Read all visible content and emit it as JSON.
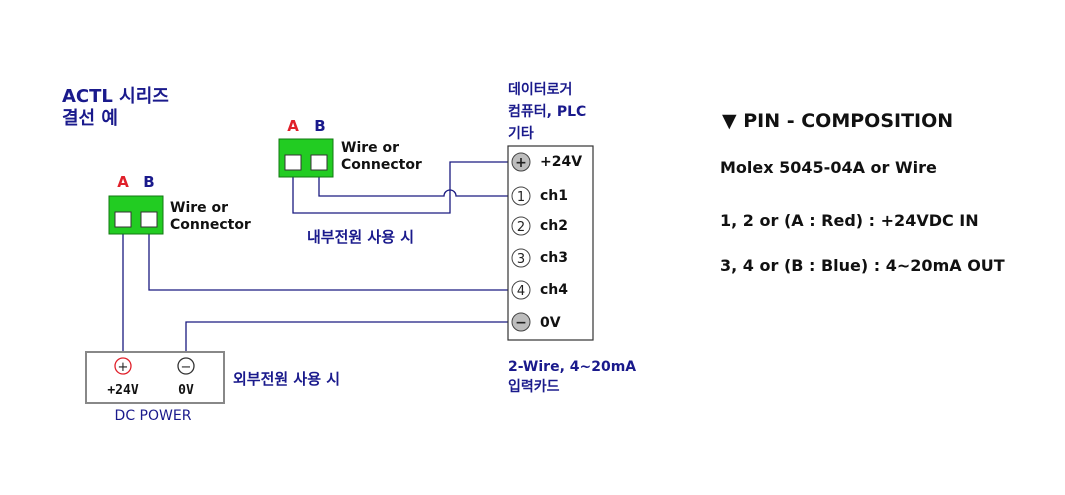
{
  "title_line1": "ACTL 시리즈",
  "title_line2": "결선 예",
  "card": {
    "header": [
      "데이터로거",
      "컴퓨터, PLC",
      "기타"
    ],
    "terminals": [
      {
        "symbol": "+",
        "label": "+24V"
      },
      {
        "symbol": "1",
        "label": "ch1"
      },
      {
        "symbol": "2",
        "label": "ch2"
      },
      {
        "symbol": "3",
        "label": "ch3"
      },
      {
        "symbol": "4",
        "label": "ch4"
      },
      {
        "symbol": "−",
        "label": "0V"
      }
    ],
    "footer": [
      "2-Wire, 4~20mA",
      "입력카드"
    ]
  },
  "connector_internal": {
    "pin_a": "A",
    "pin_b": "B",
    "label_line1": "Wire or",
    "label_line2": "Connector",
    "caption": "내부전원 사용 시"
  },
  "connector_external": {
    "pin_a": "A",
    "pin_b": "B",
    "label_line1": "Wire or",
    "label_line2": "Connector"
  },
  "power_supply": {
    "plus_symbol": "+",
    "minus_symbol": "−",
    "plus_label": "+24V",
    "minus_label": "0V",
    "name": "DC POWER",
    "caption": "외부전원 사용 시"
  },
  "pin_composition": {
    "title": "▼ PIN - COMPOSITION",
    "lines": [
      "Molex 5045-04A or Wire",
      "1, 2 or (A : Red) : +24VDC IN",
      "3, 4 or (B : Blue) : 4~20mA OUT"
    ]
  },
  "colors": {
    "navy": "#1a1a8c",
    "red": "#e0202a",
    "green": "#22cc22",
    "wire": "#1a1a80"
  }
}
